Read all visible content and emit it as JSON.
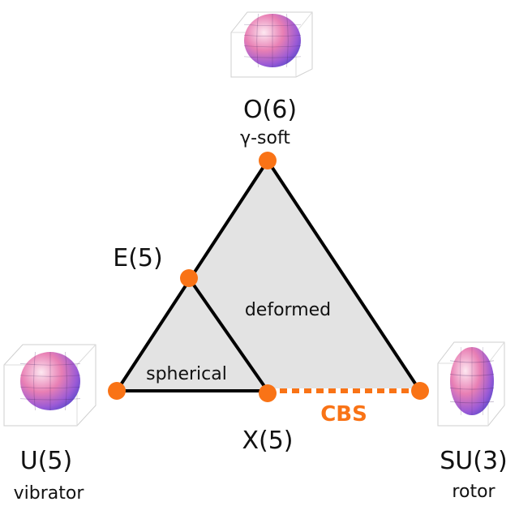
{
  "vertices": {
    "top": {
      "name": "O(6)",
      "sub": "γ-soft"
    },
    "left": {
      "name": "U(5)",
      "sub": "vibrator"
    },
    "right": {
      "name": "SU(3)",
      "sub": "rotor"
    }
  },
  "critical_points": {
    "e5": "E(5)",
    "x5": "X(5)",
    "cbs": "CBS"
  },
  "regions": {
    "spherical": "spherical",
    "deformed": "deformed"
  },
  "colors": {
    "accent": "#f97316",
    "fill": "#e3e3e3",
    "edge": "#000000"
  }
}
